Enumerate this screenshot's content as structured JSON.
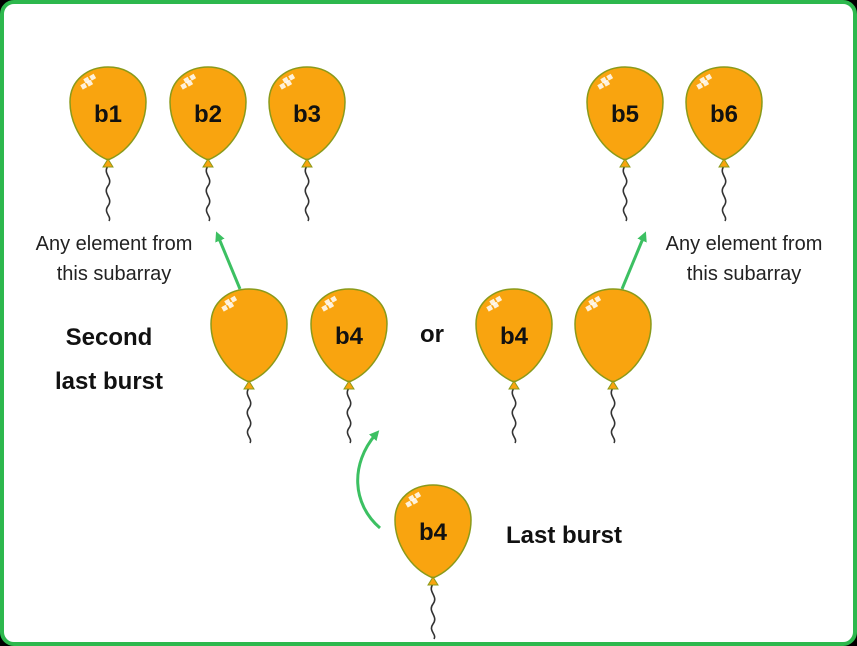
{
  "colors": {
    "frame": "#2db84d",
    "balloon_fill": "#f9a40f",
    "balloon_outline": "#8a9a1a",
    "arrow": "#3cc062",
    "text": "#111111"
  },
  "balloons": [
    {
      "id": "b1",
      "label": "b1"
    },
    {
      "id": "b2",
      "label": "b2"
    },
    {
      "id": "b3",
      "label": "b3"
    },
    {
      "id": "b5",
      "label": "b5"
    },
    {
      "id": "b6",
      "label": "b6"
    },
    {
      "id": "mid-left-blank",
      "label": ""
    },
    {
      "id": "mid-left-b4",
      "label": "b4"
    },
    {
      "id": "mid-right-b4",
      "label": "b4"
    },
    {
      "id": "mid-right-blank",
      "label": ""
    },
    {
      "id": "bottom-b4",
      "label": "b4"
    }
  ],
  "labels": {
    "second_last_line1": "Second",
    "second_last_line2": "last burst",
    "or": "or",
    "last_burst": "Last burst",
    "note_left_line1": "Any element from",
    "note_left_line2": "this subarray",
    "note_right_line1": "Any element from",
    "note_right_line2": "this subarray"
  }
}
